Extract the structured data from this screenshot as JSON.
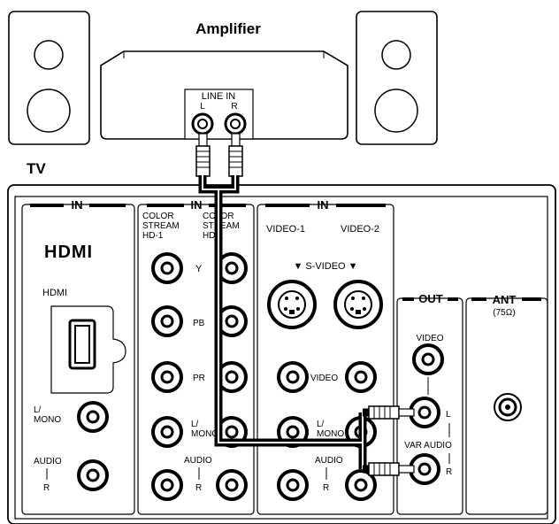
{
  "labels": {
    "amplifier": "Amplifier",
    "tv": "TV",
    "line_in": "LINE IN",
    "line_in_l": "L",
    "line_in_r": "R",
    "in": "IN",
    "out": "OUT",
    "ant": "ANT",
    "ant_ohm": "(75Ω)",
    "hdmi_logo": "HDMI",
    "hdmi": "HDMI",
    "color_stream_hd1": [
      "COLOR",
      "STREAM",
      "HD-1"
    ],
    "color_stream_hd2": [
      "COLOR",
      "STREAM",
      "HD-2"
    ],
    "y": "Y",
    "pb": "PB",
    "pr": "PR",
    "l_mono": [
      "L/",
      "MONO"
    ],
    "audio": "AUDIO",
    "r": "R",
    "video1": "VIDEO-1",
    "video2": "VIDEO-2",
    "s_video": "▼ S-VIDEO ▼",
    "video": "VIDEO",
    "out_video": "VIDEO",
    "var_audio": "VAR AUDIO",
    "out_l": "L",
    "out_r": "R"
  },
  "icons": {
    "speaker": "speaker-icon",
    "jack": "rca-jack-icon",
    "svideo": "s-video-jack-icon",
    "hdmi_port": "hdmi-port-icon",
    "antenna": "antenna-jack-icon",
    "cable_plug": "rca-plug-icon"
  }
}
